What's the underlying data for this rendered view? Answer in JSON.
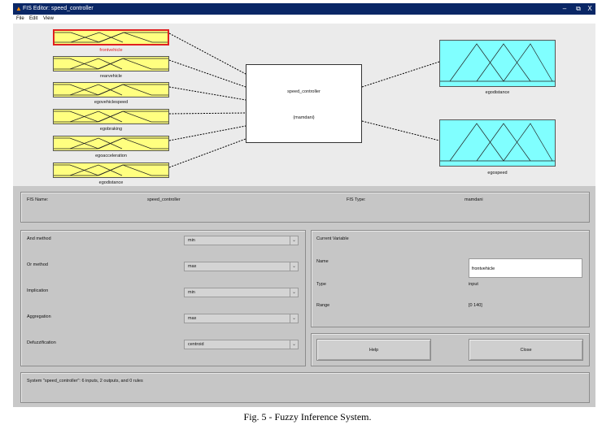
{
  "window": {
    "title": "FIS Editor: speed_controller",
    "minimize_glyph": "–",
    "restore_glyph": "⧉",
    "close_glyph": "X"
  },
  "menu": [
    "File",
    "Edit",
    "View"
  ],
  "diagram": {
    "inputs": [
      "frontvehicle",
      "rearvehicle",
      "egovehiclespeed",
      "egobraking",
      "egoacceleration",
      "egodistance"
    ],
    "outputs": [
      "egodistance",
      "egospeed"
    ],
    "system_name": "speed_controller",
    "system_type": "(mamdani)",
    "selected_input": "frontvehicle"
  },
  "info": {
    "fis_name_label": "FIS Name:",
    "fis_name_value": "speed_controller",
    "fis_type_label": "FIS Type:",
    "fis_type_value": "mamdani"
  },
  "methods": [
    {
      "label": "And method",
      "value": "min"
    },
    {
      "label": "Or method",
      "value": "max"
    },
    {
      "label": "Implication",
      "value": "min"
    },
    {
      "label": "Aggregation",
      "value": "max"
    },
    {
      "label": "Defuzzification",
      "value": "centroid"
    }
  ],
  "current_variable": {
    "title": "Current Variable",
    "name_label": "Name",
    "name_value": "frontvehicle",
    "type_label": "Type",
    "type_value": "input",
    "range_label": "Range",
    "range_value": "[0 140]"
  },
  "buttons": {
    "help": "Help",
    "close": "Close"
  },
  "status": "System \"speed_controller\": 6 inputs, 2 outputs, and 0 rules",
  "caption": "Fig. 5 - Fuzzy Inference System.",
  "colors": {
    "input_mf": "#ffff80",
    "output_mf": "#80ffff",
    "selected": "#e02020",
    "titlebar": "#0a2766"
  }
}
